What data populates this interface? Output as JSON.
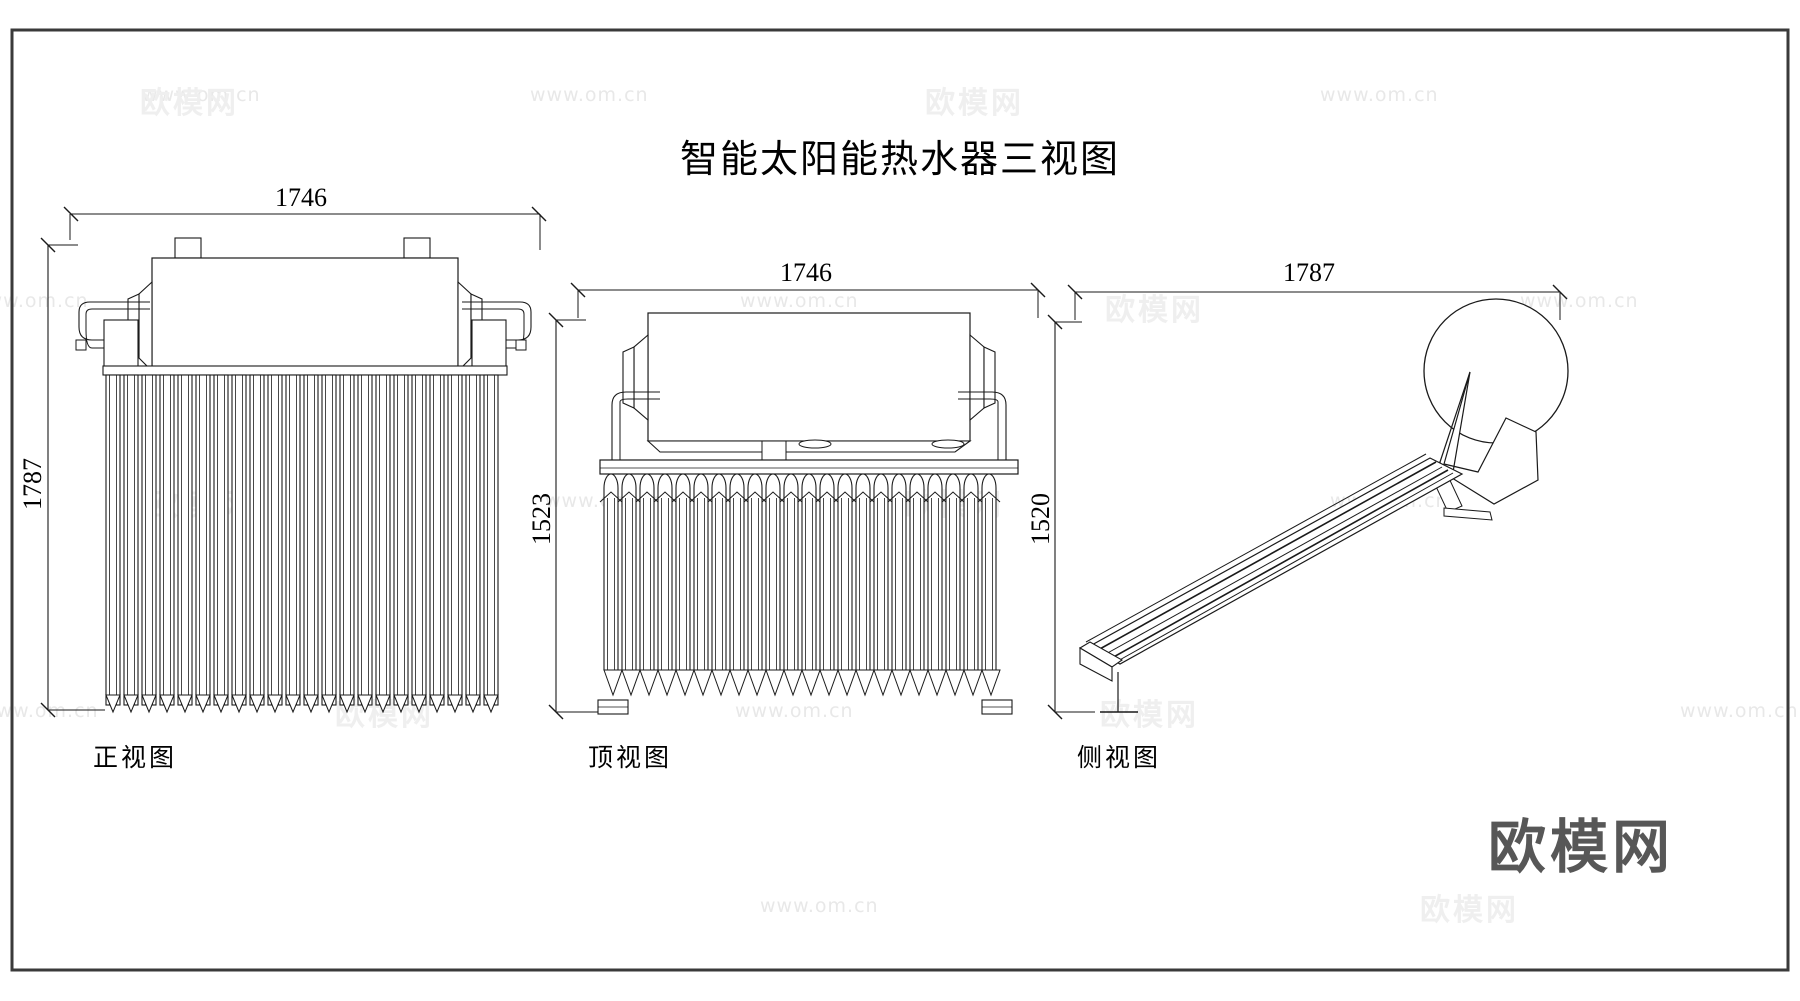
{
  "drawing": {
    "title": "智能太阳能热水器三视图",
    "border_color": "#3a3a3a",
    "line_color": "#1a1a1a",
    "background": "#ffffff"
  },
  "views": [
    {
      "id": "front",
      "label": "正视图",
      "width_dim": "1746",
      "height_dim": "1787",
      "tube_count": 22
    },
    {
      "id": "top",
      "label": "顶视图",
      "width_dim": "1746",
      "height_dim": "1523",
      "tube_count": 22
    },
    {
      "id": "side",
      "label": "侧视图",
      "width_dim": "1787",
      "height_dim": "1520",
      "tube_count": 0
    }
  ],
  "dimensions": {
    "front_width": "1746",
    "front_height": "1787",
    "top_width": "1746",
    "top_height": "1523",
    "side_width": "1787",
    "side_height": "1520"
  },
  "labels": {
    "front_view": "正视图",
    "top_view": "顶视图",
    "side_view": "侧视图"
  },
  "watermarks": {
    "url": "www.om.cn",
    "brand": "欧模网",
    "logo": "欧模网",
    "logo_color": "#575757",
    "tile_color": "#ececec"
  }
}
